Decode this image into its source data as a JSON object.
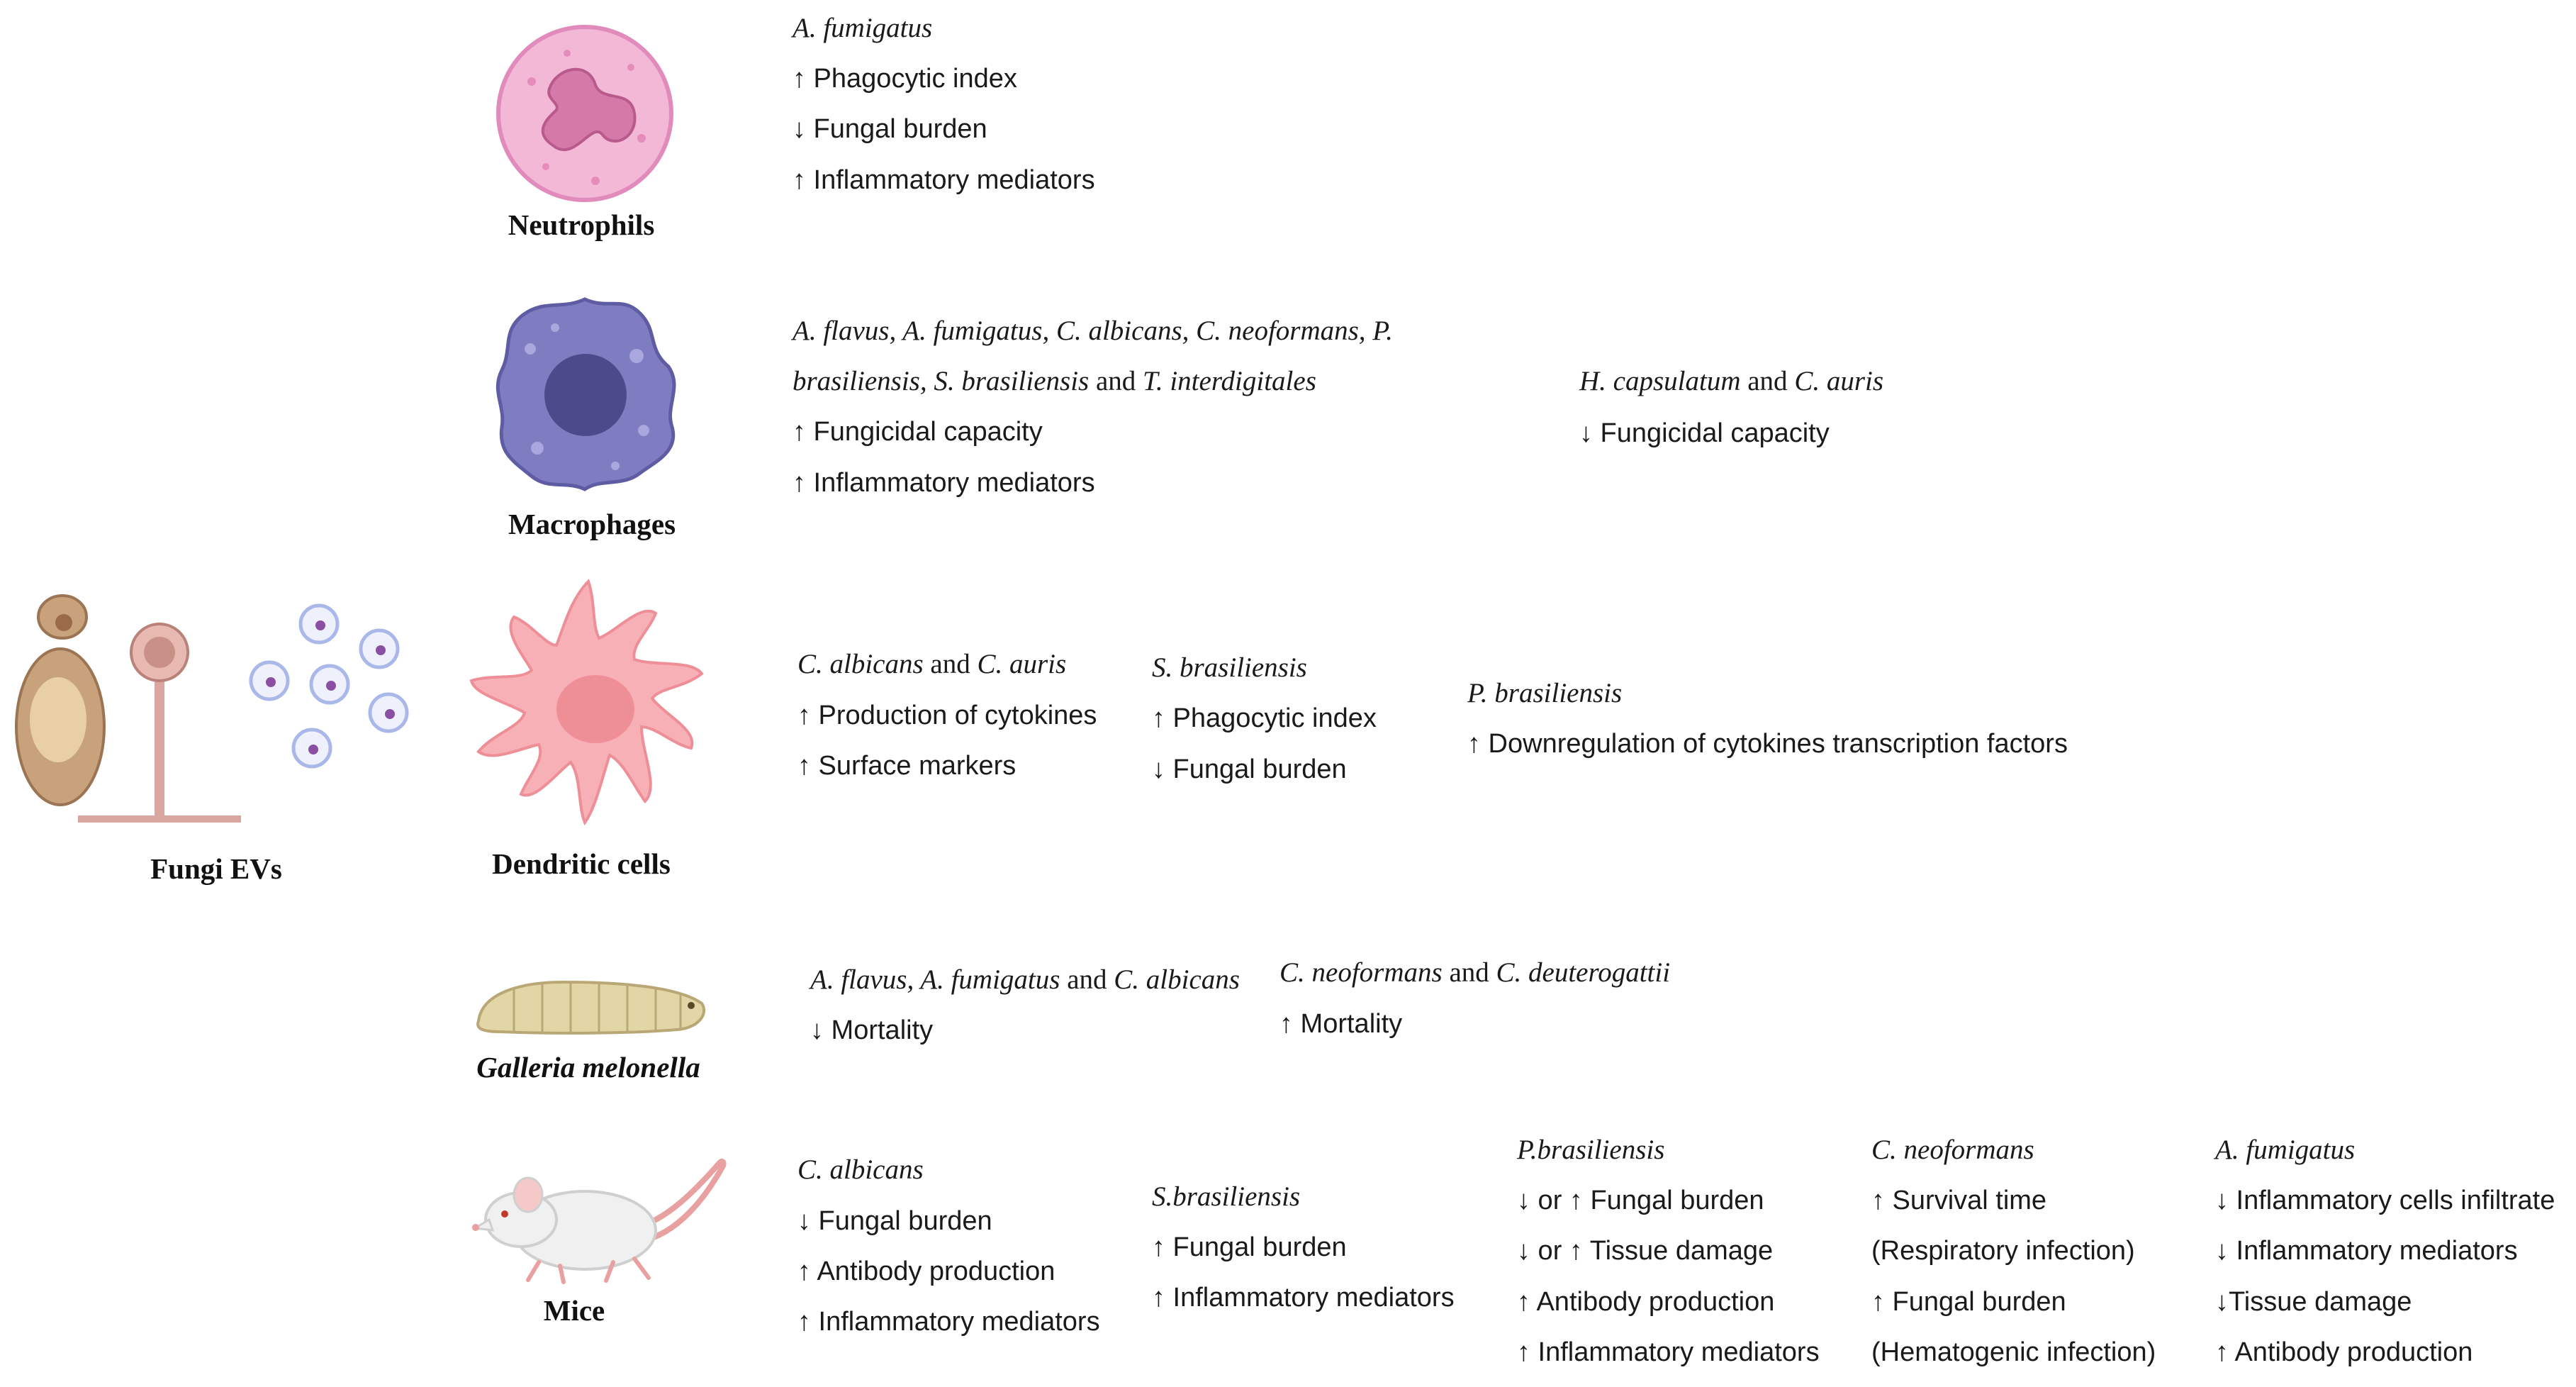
{
  "labels": {
    "fungi_evs": "Fungi EVs",
    "neutrophils": "Neutrophils",
    "macrophages": "Macrophages",
    "dendritic_cells": "Dendritic cells",
    "galleria": "Galleria melonella",
    "mice": "Mice"
  },
  "neutrophils": {
    "species": "A. fumigatus",
    "effects": [
      "↑ Phagocytic index",
      "↓ Fungal burden",
      "↑ Inflammatory mediators"
    ]
  },
  "macrophages": {
    "group1": {
      "species_line1_parts": [
        "A. flavus, A. fumigatus, C. albicans, C. neoformans, P."
      ],
      "species_line2_parts": [
        "brasiliensis, S. brasiliensis",
        " and ",
        "T. interdigitales"
      ],
      "effects": [
        "↑ Fungicidal capacity",
        "↑ Inflammatory mediators"
      ]
    },
    "group2": {
      "species_parts": [
        "H. capsulatum",
        " and ",
        "C. auris"
      ],
      "effects": [
        "↓ Fungicidal capacity"
      ]
    }
  },
  "dendritic": {
    "group1": {
      "species_parts": [
        "C. albicans",
        " and ",
        "C. auris"
      ],
      "effects": [
        "↑ Production of cytokines",
        "↑ Surface markers"
      ]
    },
    "group2": {
      "species": "S. brasiliensis",
      "effects": [
        "↑ Phagocytic index",
        "↓ Fungal burden"
      ]
    },
    "group3": {
      "species": "P. brasiliensis",
      "effects": [
        "↑ Downregulation of cytokines transcription factors"
      ]
    }
  },
  "galleria": {
    "group1": {
      "species_parts": [
        "A. flavus, A. fumigatus",
        " and ",
        "C. albicans"
      ],
      "effects": [
        "↓ Mortality"
      ]
    },
    "group2": {
      "species_parts": [
        "C. neoformans",
        " and ",
        "C. deuterogattii"
      ],
      "effects": [
        "↑ Mortality"
      ]
    }
  },
  "mice": {
    "group1": {
      "species": "C. albicans",
      "effects": [
        "↓ Fungal burden",
        "↑ Antibody production",
        "↑ Inflammatory mediators"
      ]
    },
    "group2": {
      "species": "S.brasiliensis",
      "effects": [
        "↑ Fungal burden",
        "↑ Inflammatory mediators"
      ]
    },
    "group3": {
      "species": "P.brasiliensis",
      "effects": [
        "↓ or ↑ Fungal burden",
        "↓ or ↑ Tissue damage",
        "↑ Antibody production",
        "↑ Inflammatory mediators"
      ]
    },
    "group4": {
      "species": "C. neoformans",
      "effects": [
        "↑ Survival time",
        "(Respiratory infection)",
        "↑ Fungal burden",
        "(Hematogenic infection)"
      ]
    },
    "group5": {
      "species": "A. fumigatus",
      "effects": [
        "↓ Inflammatory cells infiltrate",
        "↓ Inflammatory mediators",
        "↓Tissue damage",
        "↑ Antibody production"
      ]
    }
  },
  "colors": {
    "neutrophil": "#f2b8d6",
    "macrophage": "#7f7dc2",
    "dendritic": "#f6b0b6",
    "galleria": "#e3d6a6",
    "mouse": "#f0f0f0",
    "fungi": "#c8a27a",
    "ev": "#a9b8e8"
  }
}
